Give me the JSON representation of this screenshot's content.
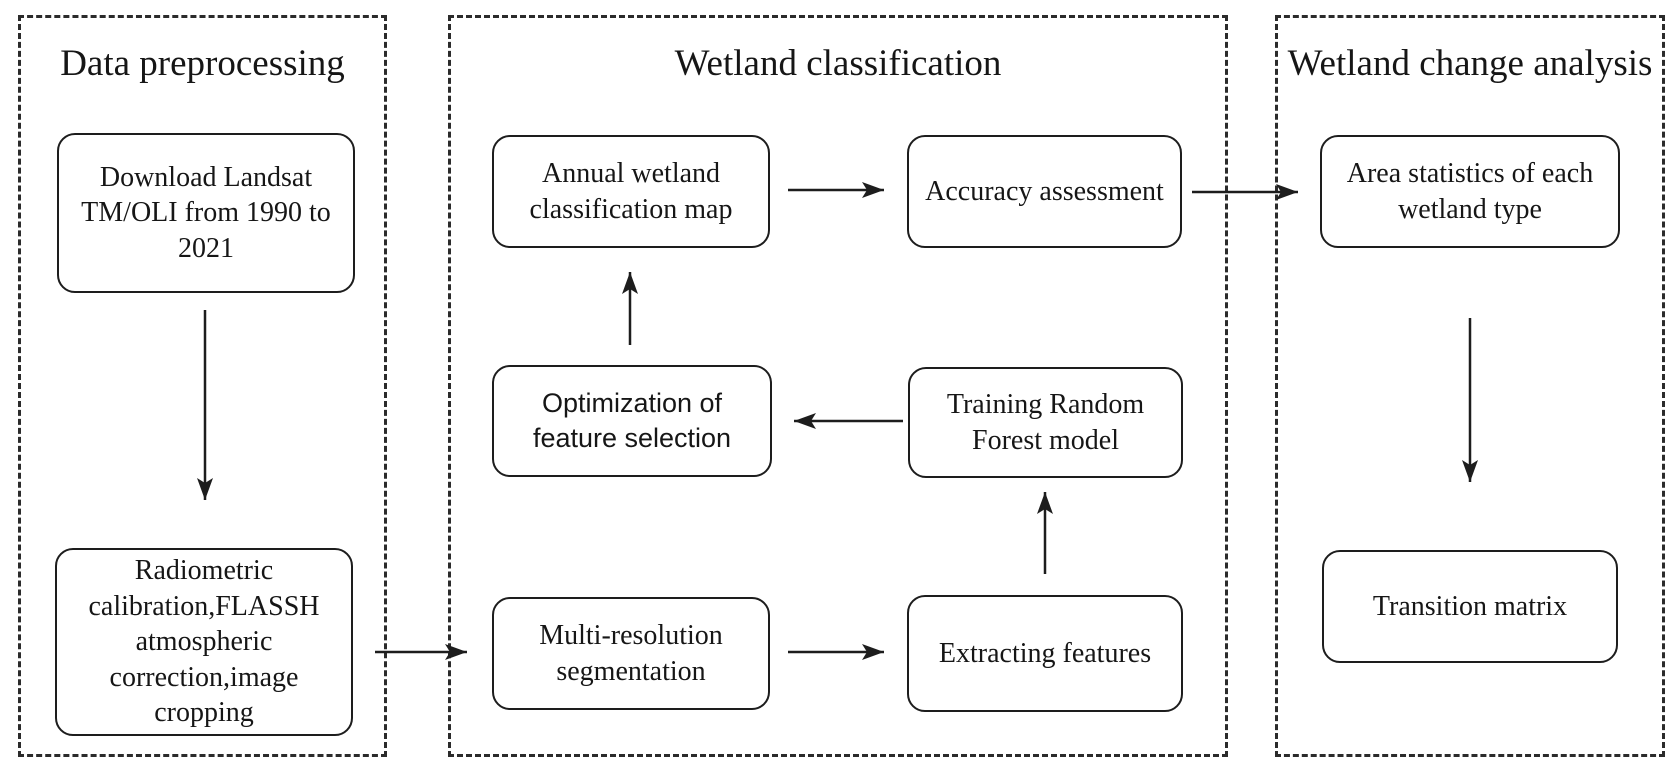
{
  "sections": {
    "preprocessing": {
      "title": "Data preprocessing"
    },
    "classification": {
      "title": "Wetland classification"
    },
    "change_analysis": {
      "title": "Wetland change analysis"
    }
  },
  "nodes": {
    "download": {
      "label": "Download Landsat TM/OLI from 1990 to 2021"
    },
    "radiometric": {
      "label": "Radiometric calibration,FLASSH atmospheric correction,image cropping"
    },
    "annual": {
      "label": "Annual wetland classification map"
    },
    "accuracy": {
      "label": "Accuracy assessment"
    },
    "optimization": {
      "label": "Optimization of feature selection"
    },
    "training": {
      "label": "Training Random Forest model"
    },
    "multires": {
      "label": "Multi-resolution segmentation"
    },
    "extracting": {
      "label": "Extracting features"
    },
    "area_stats": {
      "label": "Area statistics of each wetland type"
    },
    "transition": {
      "label": "Transition matrix"
    }
  },
  "edges": [
    {
      "from": "download",
      "to": "radiometric",
      "direction": "down"
    },
    {
      "from": "radiometric",
      "to": "multires",
      "direction": "right"
    },
    {
      "from": "multires",
      "to": "extracting",
      "direction": "right"
    },
    {
      "from": "extracting",
      "to": "training",
      "direction": "up"
    },
    {
      "from": "training",
      "to": "optimization",
      "direction": "left"
    },
    {
      "from": "optimization",
      "to": "annual",
      "direction": "up"
    },
    {
      "from": "annual",
      "to": "accuracy",
      "direction": "right"
    },
    {
      "from": "accuracy",
      "to": "area_stats",
      "direction": "right"
    },
    {
      "from": "area_stats",
      "to": "transition",
      "direction": "down"
    }
  ],
  "colors": {
    "line": "#1d1d1d",
    "background": "#ffffff"
  }
}
